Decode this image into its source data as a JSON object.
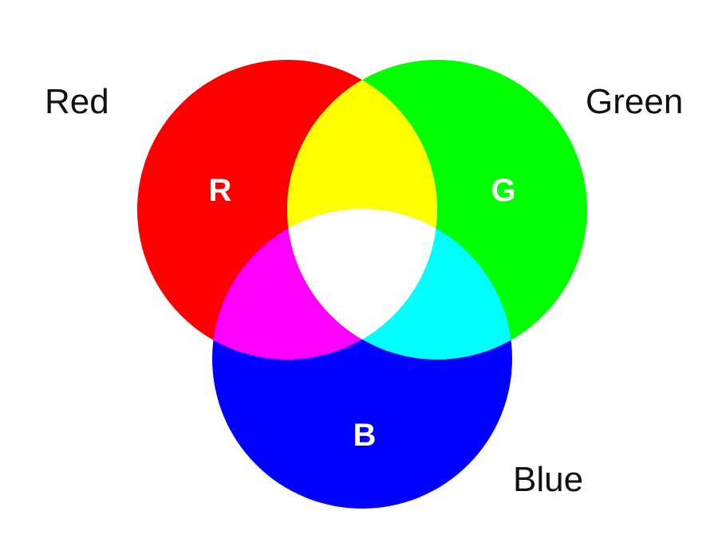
{
  "diagram": {
    "type": "additive-rgb-venn",
    "circles": [
      {
        "id": "red",
        "letter": "R",
        "label": "Red",
        "color": "#ff0000"
      },
      {
        "id": "green",
        "letter": "G",
        "label": "Green",
        "color": "#00ff00"
      },
      {
        "id": "blue",
        "letter": "B",
        "label": "Blue",
        "color": "#0000ff"
      }
    ],
    "overlaps": {
      "red_green": "#ffff00",
      "red_blue": "#ff00ff",
      "green_blue": "#00ffff",
      "all": "#ffffff"
    },
    "background": "#ffffff",
    "text_color": "#111111",
    "letter_color": "#ffffff"
  }
}
